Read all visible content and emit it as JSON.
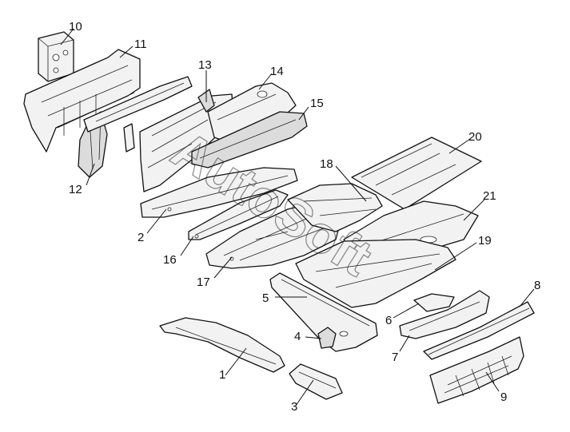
{
  "labels": {
    "p1": "1",
    "p2": "2",
    "p3": "3",
    "p4": "4",
    "p5": "5",
    "p6": "6",
    "p7": "7",
    "p8": "8",
    "p9": "9",
    "p10": "10",
    "p11": "11",
    "p12": "12",
    "p13": "13",
    "p14": "14",
    "p15": "15",
    "p16": "16",
    "p17": "17",
    "p18": "18",
    "p19": "19",
    "p20": "20",
    "p21": "21"
  },
  "watermark": {
    "text": "AutoSoft",
    "color": "#2a2a2a"
  }
}
